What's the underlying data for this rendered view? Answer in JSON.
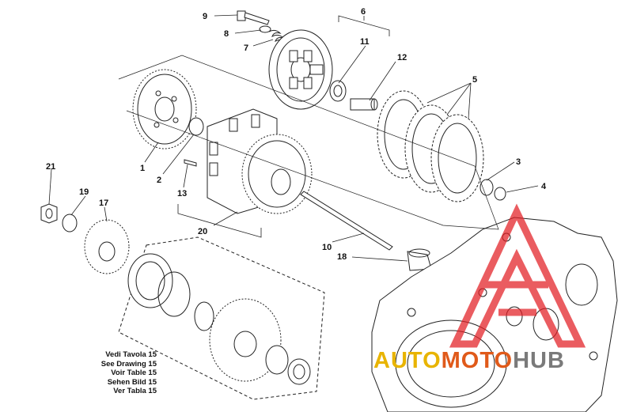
{
  "callouts": [
    {
      "id": "c1",
      "text": "1"
    },
    {
      "id": "c2",
      "text": "2"
    },
    {
      "id": "c3",
      "text": "3"
    },
    {
      "id": "c4",
      "text": "4"
    },
    {
      "id": "c5",
      "text": "5"
    },
    {
      "id": "c6",
      "text": "6"
    },
    {
      "id": "c7",
      "text": "7"
    },
    {
      "id": "c8",
      "text": "8"
    },
    {
      "id": "c9",
      "text": "9"
    },
    {
      "id": "c10",
      "text": "10"
    },
    {
      "id": "c11",
      "text": "11"
    },
    {
      "id": "c12",
      "text": "12"
    },
    {
      "id": "c13",
      "text": "13"
    },
    {
      "id": "c17",
      "text": "17"
    },
    {
      "id": "c18",
      "text": "18"
    },
    {
      "id": "c19",
      "text": "19"
    },
    {
      "id": "c20",
      "text": "20"
    },
    {
      "id": "c21",
      "text": "21"
    }
  ],
  "reference_note": [
    "Vedi Tavola 15",
    "See Drawing 15",
    "Voir Table 15",
    "Sehen Bild 15",
    "Ver Tabla 15"
  ],
  "watermark": {
    "part1": "AUTO",
    "part2": "MOTO",
    "part3": "HUB",
    "color1": "#e8b400",
    "color2": "#e05a1a",
    "color3": "#7a7a7a",
    "logo_color": "#e31e24"
  }
}
